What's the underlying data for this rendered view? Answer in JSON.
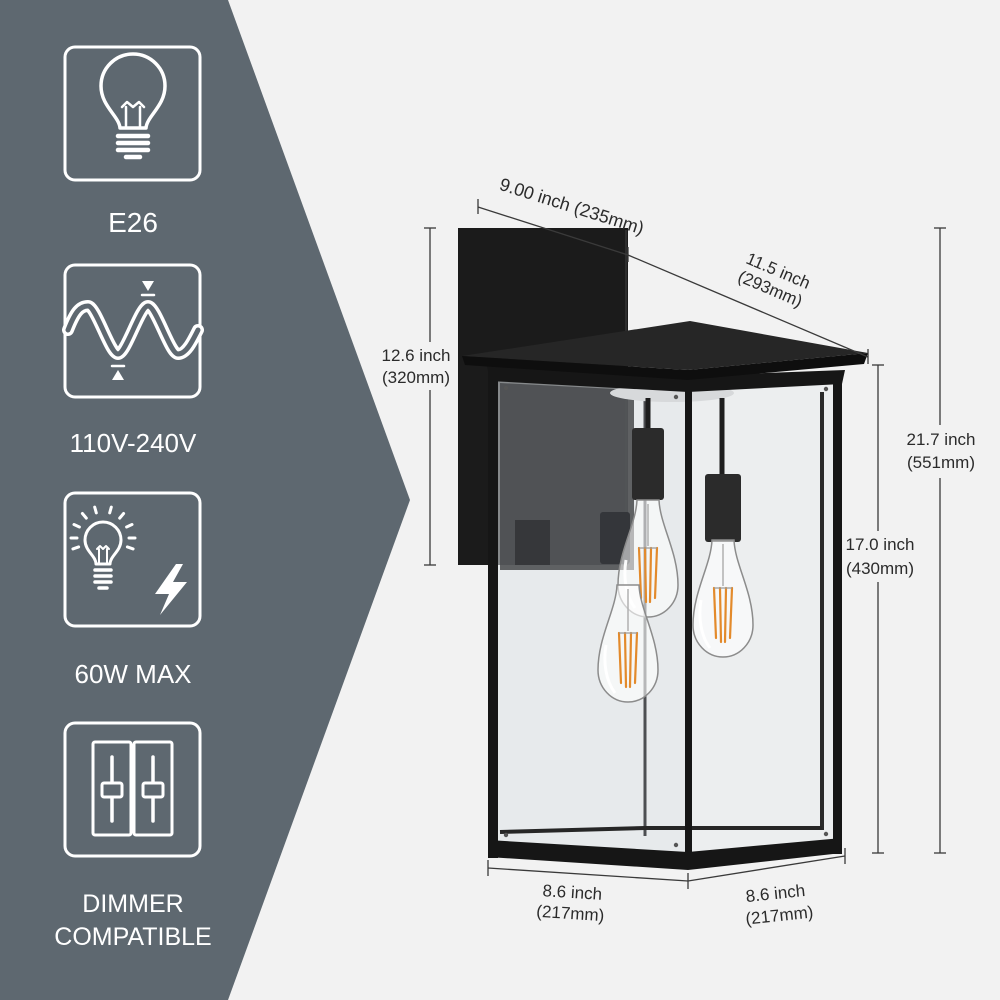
{
  "colors": {
    "background": "#f2f2f2",
    "side_panel": "#5e6870",
    "icon_line": "#ffffff",
    "dimension_text": "#2b2b2b",
    "lamp_frame": "#161616",
    "filament": "#e38a2b"
  },
  "features": [
    {
      "icon": "bulb-icon",
      "label": "E26"
    },
    {
      "icon": "voltage-wave-icon",
      "label": "110V-240V"
    },
    {
      "icon": "bulb-lightning-icon",
      "label": "60W MAX"
    },
    {
      "icon": "dimmer-switch-icon",
      "label_lines": [
        "DIMMER",
        "COMPATIBLE"
      ]
    }
  ],
  "dimensions": {
    "top_width": "9.00 inch (235mm)",
    "top_extension": [
      "11.5 inch",
      "(293mm)"
    ],
    "backplate_height": [
      "12.6 inch",
      "(320mm)"
    ],
    "overall_height": [
      "21.7 inch",
      "(551mm)"
    ],
    "lantern_height": [
      "17.0 inch",
      "(430mm)"
    ],
    "bottom_left_width": [
      "8.6 inch",
      "(217mm)"
    ],
    "bottom_right_width": [
      "8.6 inch",
      "(217mm)"
    ]
  }
}
